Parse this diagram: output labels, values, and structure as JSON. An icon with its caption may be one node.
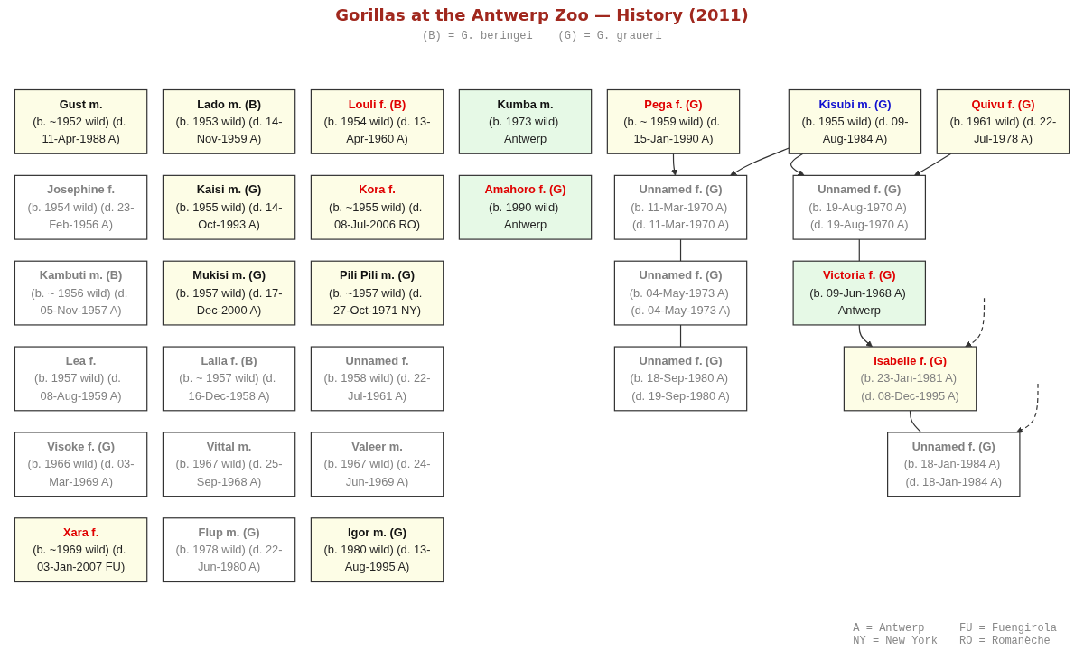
{
  "diagram": {
    "title": "Gorillas at the Antwerp Zoo — History (2011)",
    "nodes": [
      {
        "text": [
          "Gust m.",
          "(b. ~1952 wild) (d. 11-Apr-1988 A)"
        ]
      },
      {
        "text": [
          "Lado m. (B)",
          "(b. 1953 wild) (d. 14-Nov-1959 A)"
        ]
      },
      {
        "text": [
          "Louli f. (B)",
          "(b. 1954 wild) (d. 13-Apr-1960 A)"
        ]
      },
      {
        "text": [
          "Josephine f.",
          "(b. 1954 wild) (d. 23-Feb-1956 A)"
        ]
      },
      {
        "text": [
          "Kaisi m. (G)",
          "(b. 1955 wild) (d. 14-Oct-1993 A)"
        ]
      },
      {
        "text": [
          "Kora f.",
          "(b. ~1955 wild) (d. 08-Jul-2006 RO)"
        ]
      },
      {
        "text": [
          "Kambuti m. (B)",
          "(b. ~ 1956 wild) (d. 05-Nov-1957 A)"
        ]
      },
      {
        "text": [
          "Mukisi m. (G)",
          "(b. 1957 wild) (d. 17-Dec-2000 A)"
        ]
      },
      {
        "text": [
          "Pili Pili m. (G)",
          "(b. ~1957 wild) (d. 27-Oct-1971 NY)"
        ]
      },
      {
        "text": [
          "Lea f.",
          "(b. 1957 wild) (d.  08-Aug-1959 A)"
        ]
      },
      {
        "text": [
          "Laila f. (B)",
          "(b. ~ 1957 wild) (d. 16-Dec-1958 A)"
        ]
      },
      {
        "text": [
          "Unnamed f.",
          "(b. 1958 wild) (d. 22-Jul-1961 A)"
        ]
      },
      {
        "text": [
          "Visoke f. (G)",
          "(b. 1966 wild) (d. 03-Mar-1969 A)"
        ]
      },
      {
        "text": [
          "Vittal m.",
          "(b. 1967 wild) (d. 25-Sep-1968 A)"
        ]
      },
      {
        "text": [
          "Valeer m.",
          "(b. 1967 wild) (d. 24-Jun-1969 A)"
        ]
      },
      {
        "text": [
          "Kumba m.",
          "(b. 1973 wild) Antwerp"
        ]
      },
      {
        "text": [
          "Xara f.",
          "(b. ~1969 wild) (d. 03-Jan-2007 FU)"
        ]
      },
      {
        "text": [
          "Flup m. (G)",
          "(b. 1978 wild) (d. 22-Jun-1980 A)"
        ]
      },
      {
        "text": [
          "Igor m. (G)",
          "(b. 1980 wild) (d. 13-Aug-1995 A)"
        ]
      },
      {
        "text": [
          "Amahoro f. (G)",
          "(b. 1990 wild) Antwerp"
        ]
      },
      {
        "text": [
          "Pega f. (G)",
          "(b. ~ 1959 wild) (d. 15-Jan-1990 A)"
        ]
      },
      {
        "text": [
          "Kisubi m. (G)",
          "(b. 1955 wild) (d. 09-Aug-1984 A)"
        ]
      },
      {
        "text": [
          "Quivu f. (G)",
          "(b. 1961 wild) (d. 22-Jul-1978 A)"
        ]
      },
      {
        "text": [
          "Unnamed f. (G)",
          "(b. 11-Mar-1970 A) (d. 11-Mar-1970 A)"
        ]
      },
      {
        "text": [
          "Unnamed f. (G)",
          "(b. 19-Aug-1970 A) (d. 19-Aug-1970 A)"
        ]
      },
      {
        "text": [
          "Unnamed f. (G)",
          "(b. 04-May-1973 A) (d. 04-May-1973 A)"
        ]
      },
      {
        "text": [
          "Victoria f. (G)",
          "(b. 09-Jun-1968 A) Antwerp"
        ]
      },
      {
        "text": [
          "Unnamed f. (G)",
          "(b. 18-Sep-1980 A) (d. 19-Sep-1980 A)"
        ]
      },
      {
        "text": [
          "Isabelle f. (G)",
          "(b. 23-Jan-1981 A) (d. 08-Dec-1995 A)"
        ]
      },
      {
        "text": [
          "Unnamed f. (G)",
          "(b. 18-Jan-1984 A) (d. 18-Jan-1984 A)"
        ]
      }
    ],
    "edges": [
      {
        "from": 20,
        "to": 23,
        "arrow": "to"
      },
      {
        "from": 21,
        "to": 23,
        "arrow": "to"
      },
      {
        "from": 21,
        "to": 24,
        "arrow": "to"
      },
      {
        "from": 22,
        "to": 24,
        "arrow": "to"
      },
      {
        "from": 23,
        "to": 25,
        "arrow": "none"
      },
      {
        "from": 24,
        "to": 26,
        "arrow": "none"
      },
      {
        "from": 25,
        "to": 27,
        "arrow": "none"
      },
      {
        "from": 26,
        "to": 28,
        "arrow": "to"
      },
      {
        "from": 28,
        "to": 29,
        "arrow": "none"
      },
      {
        "from": null,
        "to": 28,
        "arrow": "to",
        "style": "dashed"
      },
      {
        "from": null,
        "to": 29,
        "arrow": "to",
        "style": "dashed"
      }
    ],
    "labels": [
      "(B) = G. beringei",
      "(G) = G. graueri",
      "A = Antwerp",
      "FU = Fuengirola",
      "NY = New York",
      "RO = Romanèche"
    ]
  }
}
